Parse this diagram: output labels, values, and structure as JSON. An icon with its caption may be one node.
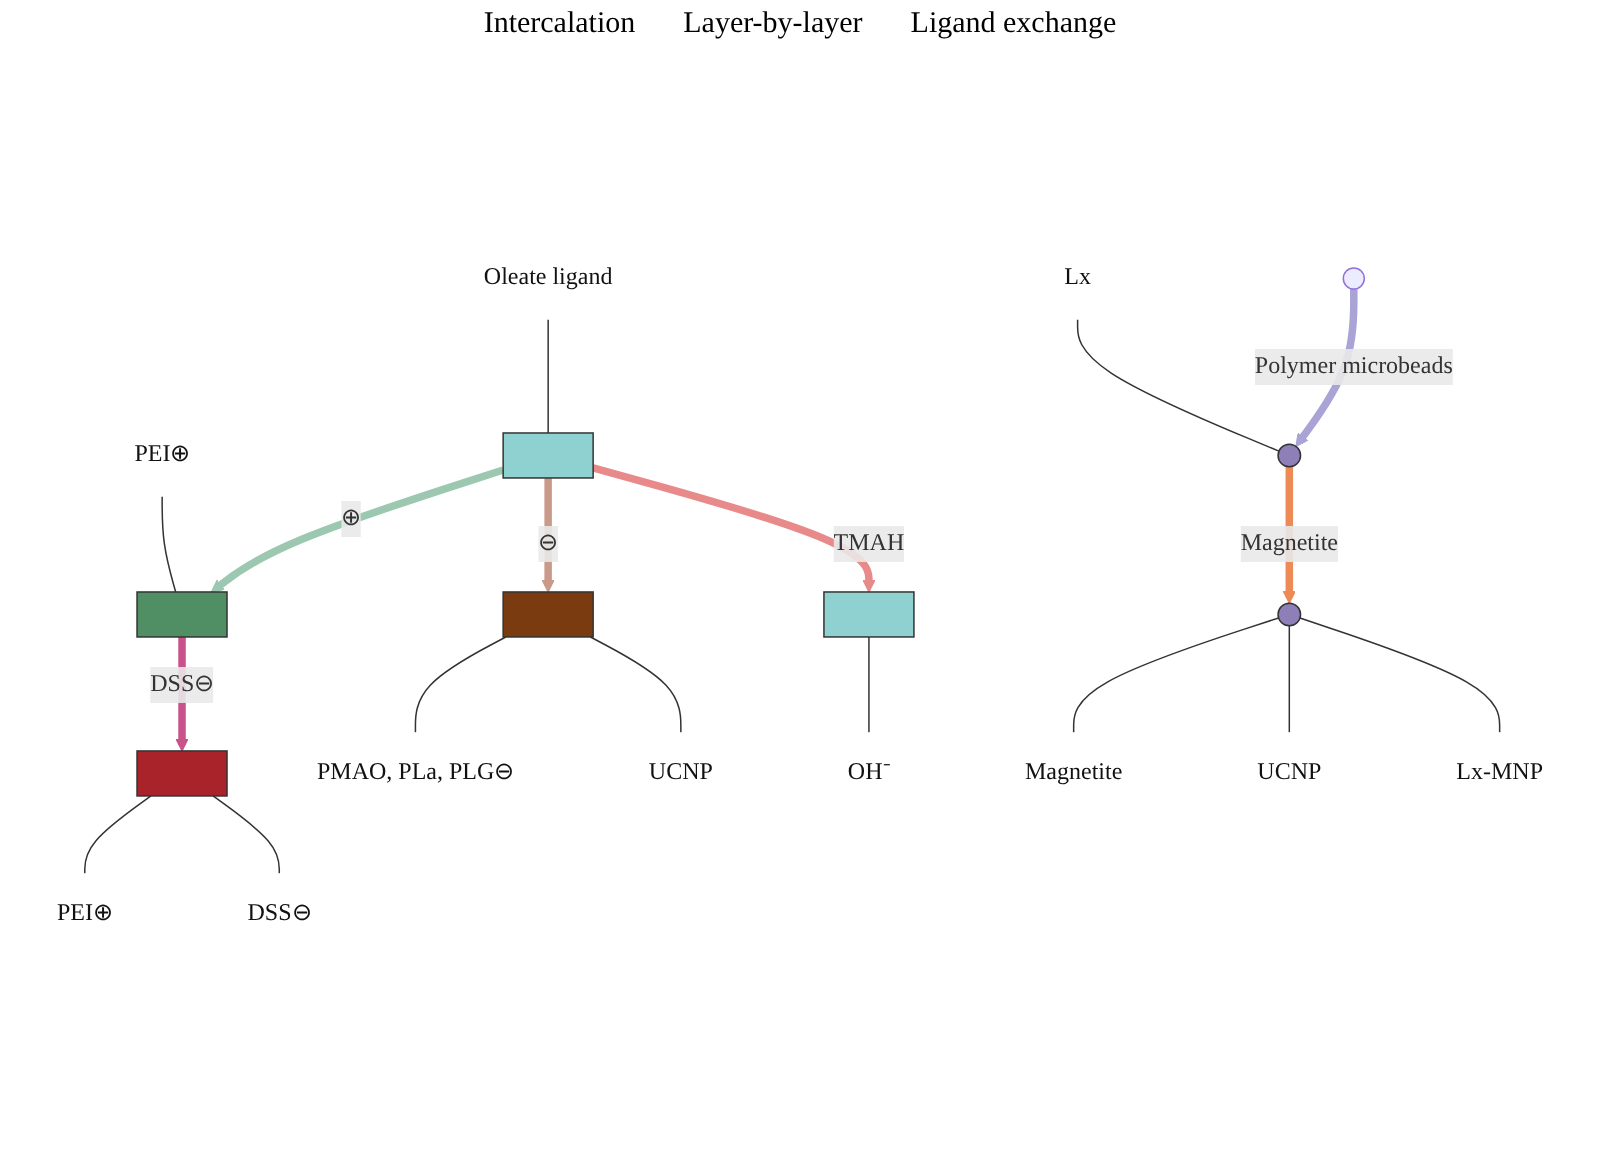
{
  "diagram": {
    "nodes": [
      {
        "text": [],
        "shape": "box"
      },
      {
        "text": [],
        "shape": "box"
      },
      {
        "text": [],
        "shape": "box"
      },
      {
        "text": [],
        "shape": "box"
      },
      {
        "text": [],
        "shape": "box"
      },
      {
        "text": [],
        "shape": "circle"
      },
      {
        "text": [],
        "shape": "circle"
      },
      {
        "text": [
          "PMAO, PLa, PLG⊖"
        ]
      },
      {
        "text": [
          "UCNP"
        ]
      },
      {
        "text": [
          "PEI⊕"
        ]
      },
      {
        "text": [
          "PEI⊕"
        ]
      },
      {
        "text": [
          "DSS⊖"
        ]
      },
      {
        "text": [
          "Oleate ligand"
        ]
      },
      {
        "text": [
          "OH⁻"
        ]
      },
      {
        "text": [
          "Lx"
        ]
      },
      {
        "text": [
          "Magnetite"
        ]
      },
      {
        "text": [
          "UCNP"
        ]
      },
      {
        "text": [
          "Lx-MNP"
        ]
      }
    ],
    "edges": [
      {
        "from": 0,
        "to": 2,
        "arrow": "to",
        "label": "⊖",
        "style": "thick",
        "color": "#c99a8a"
      },
      {
        "from": 0,
        "to": 3,
        "arrow": "to",
        "label": "⊕",
        "style": "thick",
        "color": "#9cc7b0"
      },
      {
        "from": 3,
        "to": 4,
        "arrow": "to",
        "label": "DSS⊖",
        "style": "thick",
        "color": "#c9528a"
      },
      {
        "from": 0,
        "to": 1,
        "arrow": "to",
        "label": "TMAH",
        "style": "thick",
        "color": "#e88a8a"
      },
      {
        "from": null,
        "to": 5,
        "arrow": "to",
        "label": "Polymer microbeads",
        "style": "thick",
        "color": "#a9a3d6"
      },
      {
        "from": 5,
        "to": 6,
        "arrow": "to",
        "label": "Magnetite",
        "style": "thick",
        "color": "#ee8a55"
      },
      {
        "from": 7,
        "to": 2,
        "arrow": "none"
      },
      {
        "from": 8,
        "to": 2,
        "arrow": "none"
      },
      {
        "from": 9,
        "to": 3,
        "arrow": "none"
      },
      {
        "from": 10,
        "to": 4,
        "arrow": "none"
      },
      {
        "from": 11,
        "to": 4,
        "arrow": "none"
      },
      {
        "from": 12,
        "to": 0,
        "arrow": "none"
      },
      {
        "from": 13,
        "to": 1,
        "arrow": "none"
      },
      {
        "from": 14,
        "to": 5,
        "arrow": "none"
      },
      {
        "from": 15,
        "to": 6,
        "arrow": "none"
      },
      {
        "from": 16,
        "to": 6,
        "arrow": "none"
      },
      {
        "from": 17,
        "to": 6,
        "arrow": "none"
      }
    ],
    "labels": [
      "Intercalation",
      "Layer-by-layer",
      "Ligand exchange"
    ]
  }
}
